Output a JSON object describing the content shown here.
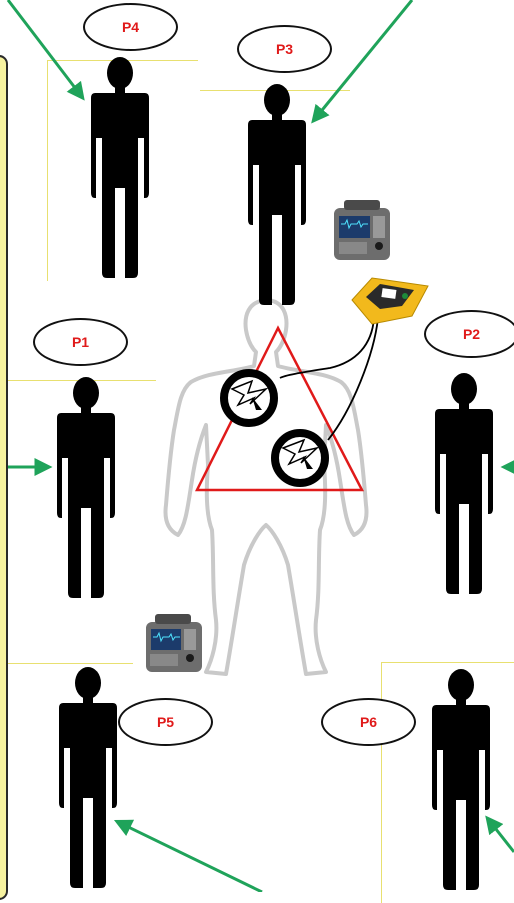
{
  "labels": {
    "p1": "P1",
    "p2": "P2",
    "p3": "P3",
    "p4": "P4",
    "p5": "P5",
    "p6": "P6"
  },
  "colors": {
    "arrow": "#1fa35a",
    "triangle": "#e01a1a",
    "label_text": "#e01a1a",
    "figure": "#000000",
    "frame_line": "#e8e070",
    "panel": "#f7f3a0",
    "aed_body": "#f2b91c"
  },
  "icons": {
    "shock": "lightning-bolt-icon",
    "monitor": "defibrillator-monitor-icon",
    "aed": "aed-device-icon"
  }
}
